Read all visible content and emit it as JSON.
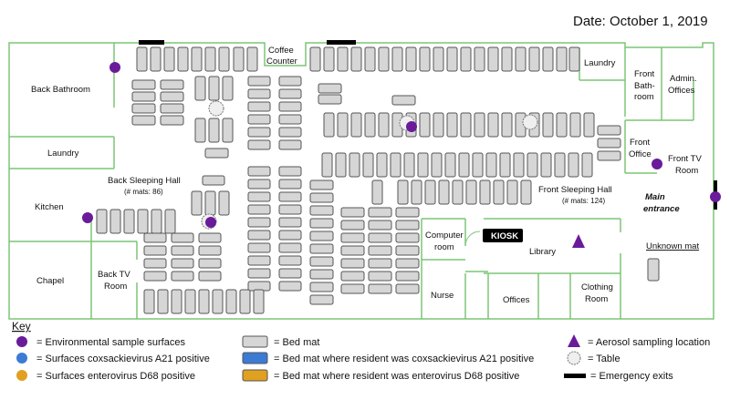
{
  "date": "Date: October 1, 2019",
  "rooms": {
    "back_bathroom": "Back Bathroom",
    "laundry_back": "Laundry",
    "kitchen": "Kitchen",
    "chapel": "Chapel",
    "back_tv_1": "Back TV",
    "back_tv_2": "Room",
    "coffee_1": "Coffee",
    "coffee_2": "Counter",
    "back_hall_1": "Back Sleeping Hall",
    "back_hall_2": "(# mats: 86)",
    "front_hall_1": "Front Sleeping Hall",
    "front_hall_2": "(# mats: 124)",
    "laundry_front": "Laundry",
    "front_bath_1": "Front",
    "front_bath_2": "Bath-",
    "front_bath_3": "room",
    "admin_1": "Admin.",
    "admin_2": "Offices",
    "front_office_1": "Front",
    "front_office_2": "Office",
    "front_tv_1": "Front TV",
    "front_tv_2": "Room",
    "main_entrance_1": "Main",
    "main_entrance_2": "entrance",
    "computer_1": "Computer",
    "computer_2": "room",
    "kiosk": "KIOSK",
    "library": "Library",
    "nurse": "Nurse",
    "offices": "Offices",
    "clothing_1": "Clothing",
    "clothing_2": "Room",
    "unknown_mat": "Unknown mat"
  },
  "key": {
    "title": "Key",
    "env": "= Environmental sample surfaces",
    "cox_surface": "= Surfaces coxsackievirus A21 positive",
    "ent_surface": "= Surfaces enterovirus D68 positive",
    "bed": "= Bed mat",
    "cox_bed": "= Bed mat where resident was coxsackievirus A21 positive",
    "ent_bed": "= Bed mat where resident was enterovirus D68 positive",
    "aerosol": "= Aerosol sampling location",
    "table": "= Table",
    "exits": "= Emergency exits"
  },
  "colors": {
    "wall": "#7cc576",
    "mat_fill": "#d6d6d6",
    "mat_stroke": "#555555",
    "sample": "#6a1b9a",
    "coxsackie": "#3b7bd4",
    "enterovirus": "#e0a020",
    "exit": "#000000",
    "kiosk": "#000000"
  }
}
